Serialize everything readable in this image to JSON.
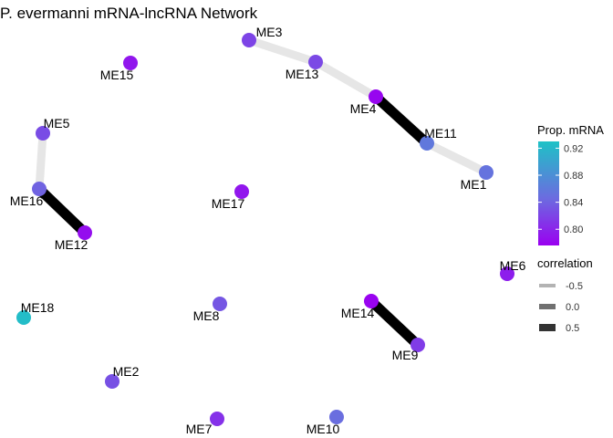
{
  "title": "P. evermanni mRNA-lncRNA Network",
  "colors": {
    "low": "#9a00f0",
    "mid": "#6c6be0",
    "high": "#1ec2c6",
    "edge_negative": "#e6e6e6",
    "edge_positive": "#000000"
  },
  "nodes": [
    {
      "id": "ME1",
      "label": "ME1",
      "prop_mrna": 0.853
    },
    {
      "id": "ME2",
      "label": "ME2",
      "prop_mrna": 0.828
    },
    {
      "id": "ME3",
      "label": "ME3",
      "prop_mrna": 0.82
    },
    {
      "id": "ME4",
      "label": "ME4",
      "prop_mrna": 0.78
    },
    {
      "id": "ME5",
      "label": "ME5",
      "prop_mrna": 0.825
    },
    {
      "id": "ME6",
      "label": "ME6",
      "prop_mrna": 0.795
    },
    {
      "id": "ME7",
      "label": "ME7",
      "prop_mrna": 0.808
    },
    {
      "id": "ME8",
      "label": "ME8",
      "prop_mrna": 0.832
    },
    {
      "id": "ME9",
      "label": "ME9",
      "prop_mrna": 0.815
    },
    {
      "id": "ME10",
      "label": "ME10",
      "prop_mrna": 0.848
    },
    {
      "id": "ME11",
      "label": "ME11",
      "prop_mrna": 0.858
    },
    {
      "id": "ME12",
      "label": "ME12",
      "prop_mrna": 0.785
    },
    {
      "id": "ME13",
      "label": "ME13",
      "prop_mrna": 0.823
    },
    {
      "id": "ME14",
      "label": "ME14",
      "prop_mrna": 0.778
    },
    {
      "id": "ME15",
      "label": "ME15",
      "prop_mrna": 0.79
    },
    {
      "id": "ME16",
      "label": "ME16",
      "prop_mrna": 0.84
    },
    {
      "id": "ME17",
      "label": "ME17",
      "prop_mrna": 0.79
    },
    {
      "id": "ME18",
      "label": "ME18",
      "prop_mrna": 0.925
    }
  ],
  "edges": [
    {
      "from": "ME3",
      "to": "ME13",
      "correlation": -0.5
    },
    {
      "from": "ME13",
      "to": "ME4",
      "correlation": -0.5
    },
    {
      "from": "ME4",
      "to": "ME11",
      "correlation": 0.6
    },
    {
      "from": "ME11",
      "to": "ME1",
      "correlation": -0.5
    },
    {
      "from": "ME5",
      "to": "ME16",
      "correlation": -0.5
    },
    {
      "from": "ME16",
      "to": "ME12",
      "correlation": 0.6
    },
    {
      "from": "ME14",
      "to": "ME9",
      "correlation": 0.6
    }
  ],
  "legend": {
    "color_title": "Prop. mRNA",
    "color_ticks": [
      {
        "label": "0.92",
        "value": 0.92
      },
      {
        "label": "0.88",
        "value": 0.88
      },
      {
        "label": "0.84",
        "value": 0.84
      },
      {
        "label": "0.80",
        "value": 0.8
      }
    ],
    "color_range": [
      0.776,
      0.93
    ],
    "width_title": "correlation",
    "width_items": [
      {
        "label": "-0.5",
        "value": -0.5,
        "color": "#b3b3b3"
      },
      {
        "label": "0.0",
        "value": 0.0,
        "color": "#707070"
      },
      {
        "label": "0.5",
        "value": 0.5,
        "color": "#333333"
      }
    ]
  }
}
